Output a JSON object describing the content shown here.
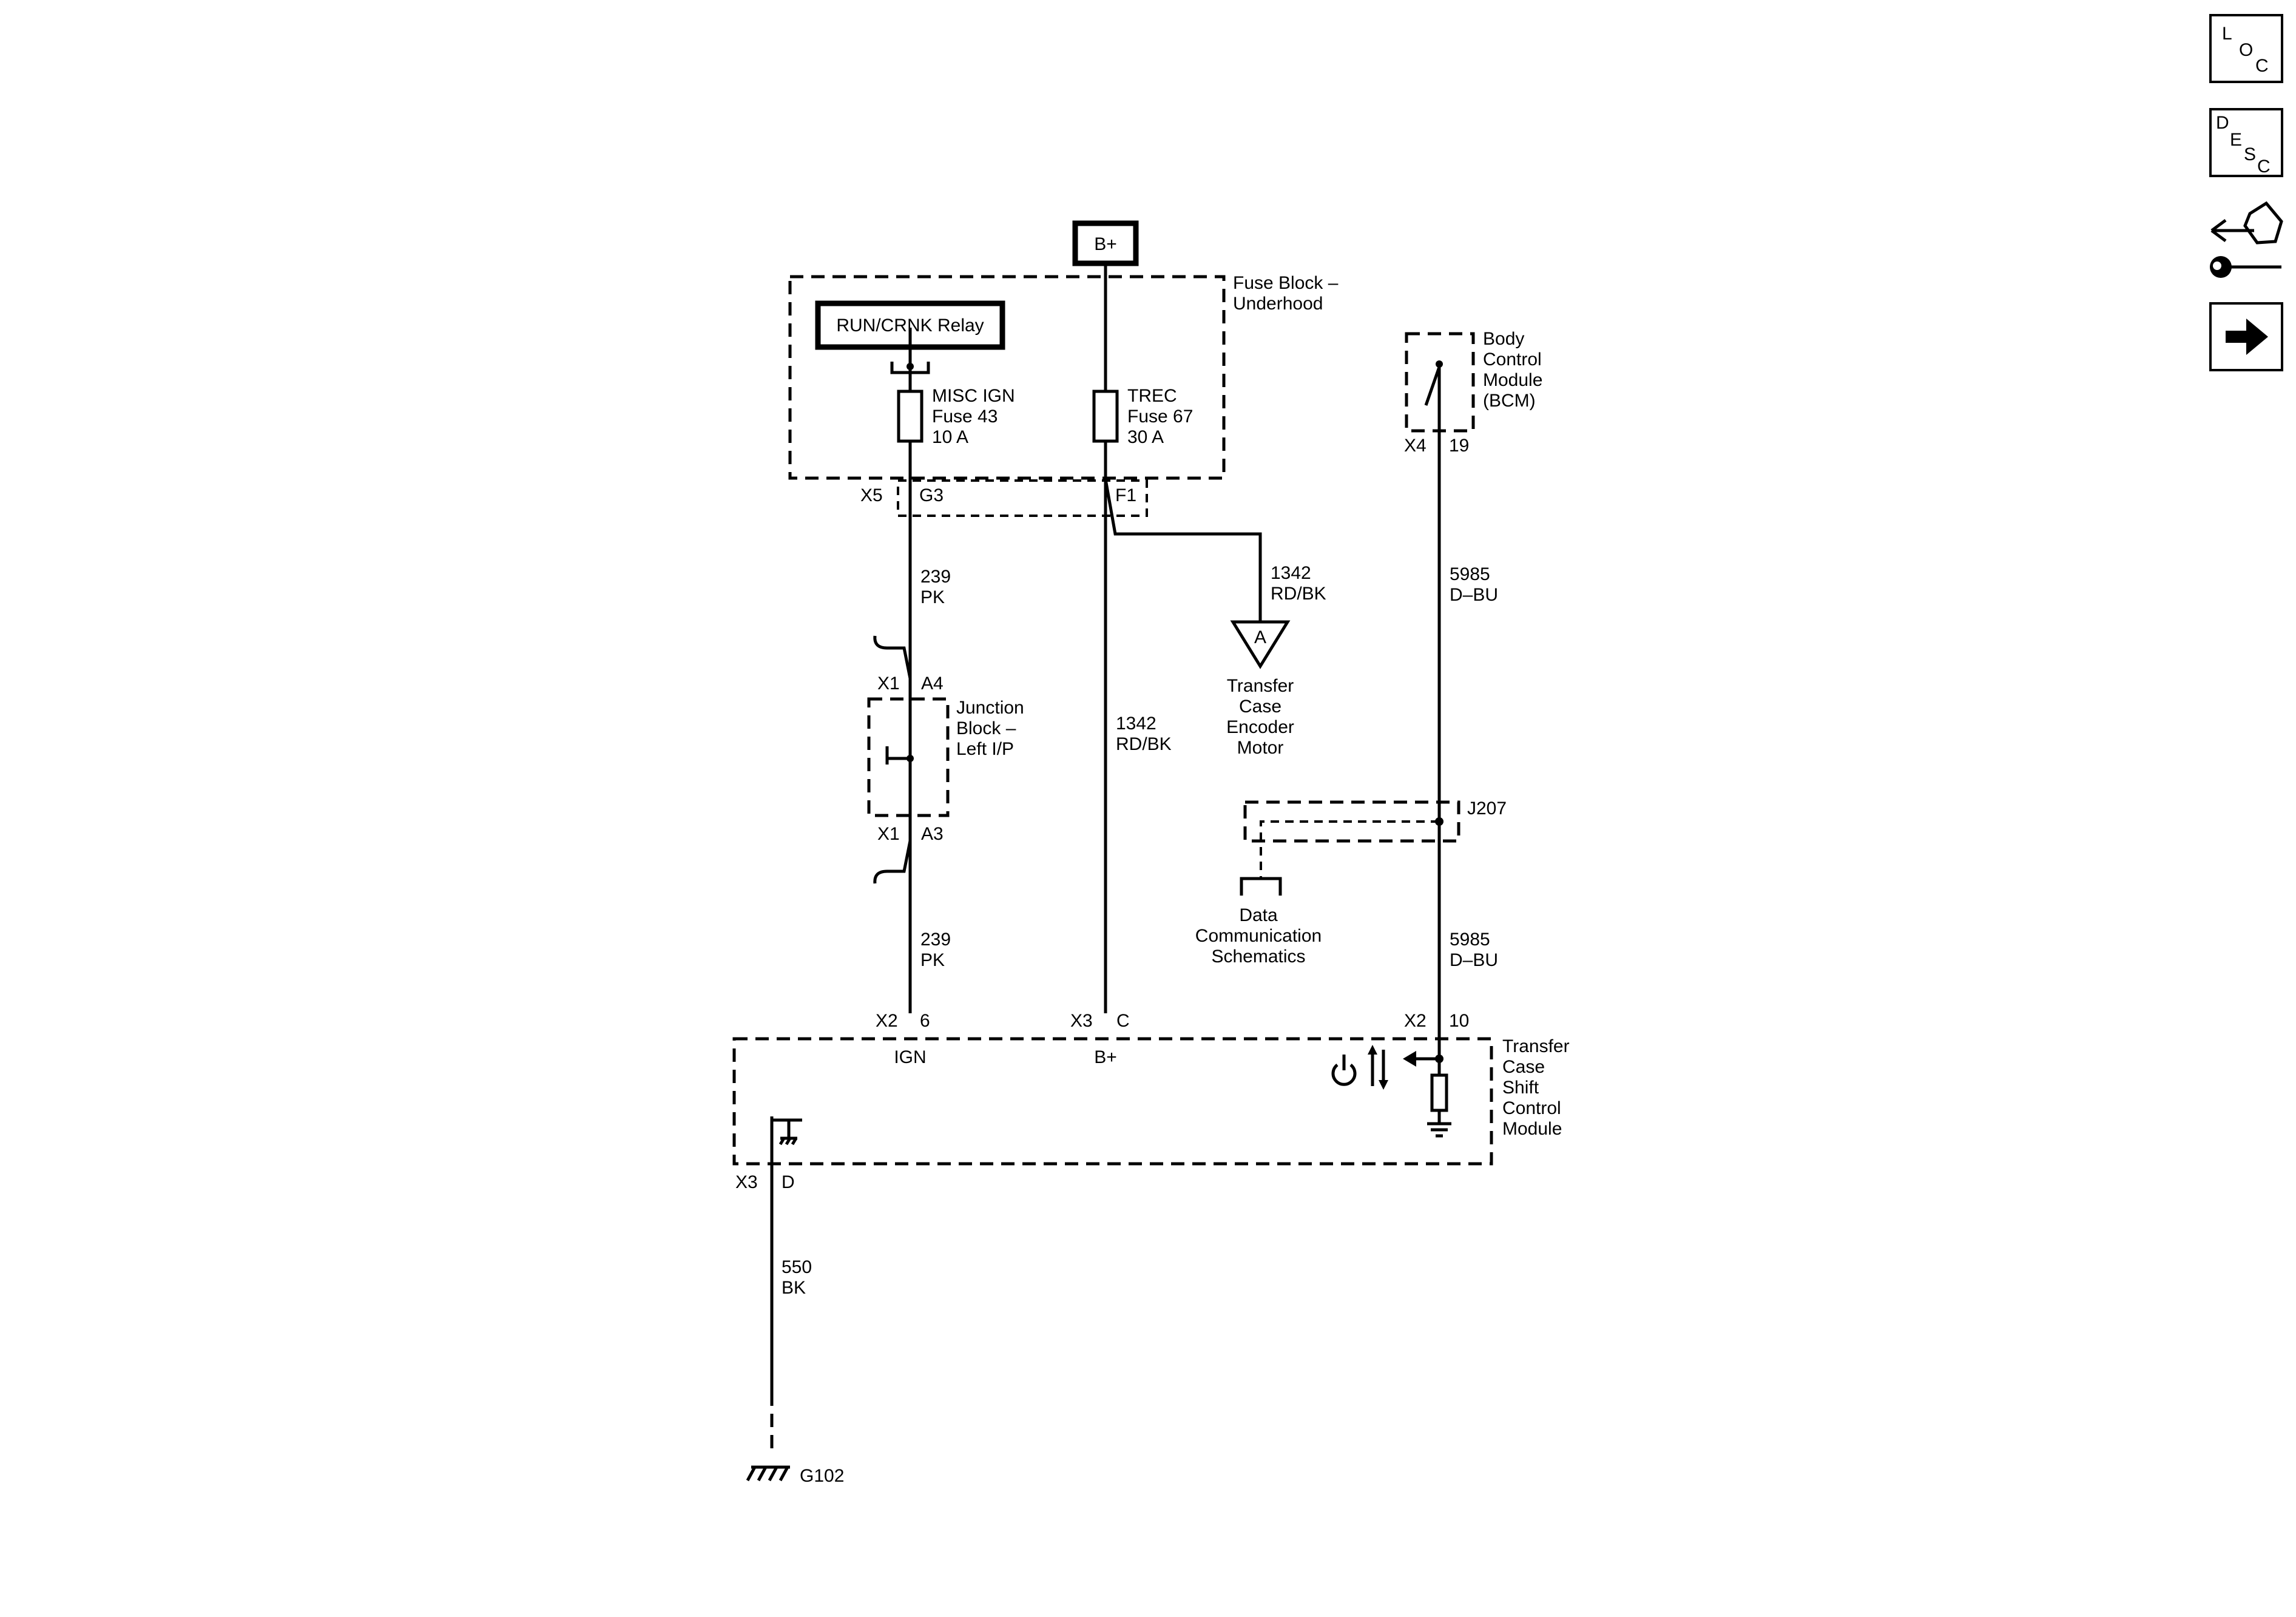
{
  "nav": {
    "loc": [
      "L",
      "O",
      "C"
    ],
    "desc": [
      "D",
      "E",
      "S",
      "C"
    ],
    "icons": [
      "connector-end-view-icon",
      "next-arrow-icon"
    ]
  },
  "power": {
    "bplus_top": "B+"
  },
  "fuse_block": {
    "name_line1": "Fuse Block –",
    "name_line2": "Underhood",
    "relay": "RUN/CRNK Relay",
    "fuse43": [
      "MISC IGN",
      "Fuse 43",
      "10 A"
    ],
    "fuse67": [
      "TREC",
      "Fuse 67",
      "30 A"
    ],
    "conn_x5": "X5",
    "pin_g3": "G3",
    "pin_f1": "F1"
  },
  "bcm": {
    "name": [
      "Body",
      "Control",
      "Module",
      "(BCM)"
    ],
    "conn": "X4",
    "pin": "19"
  },
  "wires": {
    "w239_top": [
      "239",
      "PK"
    ],
    "w239_bottom": [
      "239",
      "PK"
    ],
    "w1342_branch": [
      "1342",
      "RD/BK"
    ],
    "w1342_main": [
      "1342",
      "RD/BK"
    ],
    "w5985_top": [
      "5985",
      "D–BU"
    ],
    "w5985_bottom": [
      "5985",
      "D–BU"
    ],
    "w550": [
      "550",
      "BK"
    ]
  },
  "encoder": {
    "ref": "A",
    "name": [
      "Transfer",
      "Case",
      "Encoder",
      "Motor"
    ]
  },
  "junction_block": {
    "name": [
      "Junction",
      "Block –",
      "Left I/P"
    ],
    "top_conn": "X1",
    "top_pin": "A4",
    "bottom_conn": "X1",
    "bottom_pin": "A3"
  },
  "splice": {
    "name": "J207",
    "data_comm": [
      "Data",
      "Communication",
      "Schematics"
    ]
  },
  "tccm": {
    "name": [
      "Transfer",
      "Case",
      "Shift",
      "Control",
      "Module"
    ],
    "c1": "X2",
    "p1": "6",
    "c2": "X3",
    "p2": "C",
    "c3": "X2",
    "p3": "10",
    "c4": "X3",
    "p4": "D",
    "ign": "IGN",
    "bplus": "B+"
  },
  "ground": {
    "name": "G102"
  }
}
